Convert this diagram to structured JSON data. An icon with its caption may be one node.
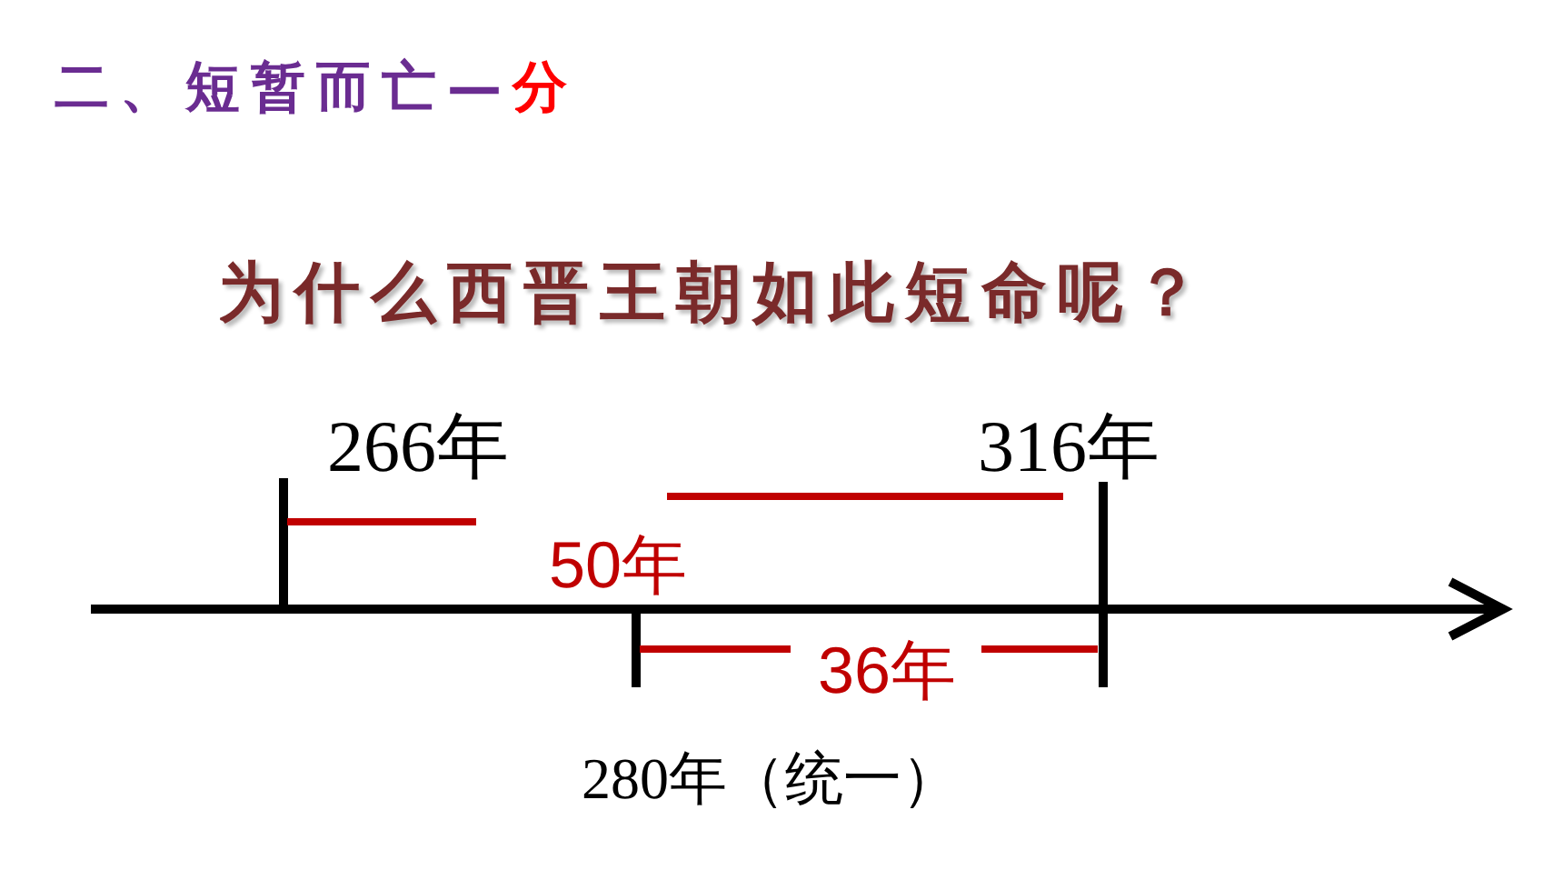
{
  "diagram": {
    "title": "二、短暂而亡—分",
    "labels": [
      "为什么西晋王朝如此短命呢？",
      "266年",
      "316年",
      "50年",
      "36年",
      "280年（统一）"
    ]
  }
}
